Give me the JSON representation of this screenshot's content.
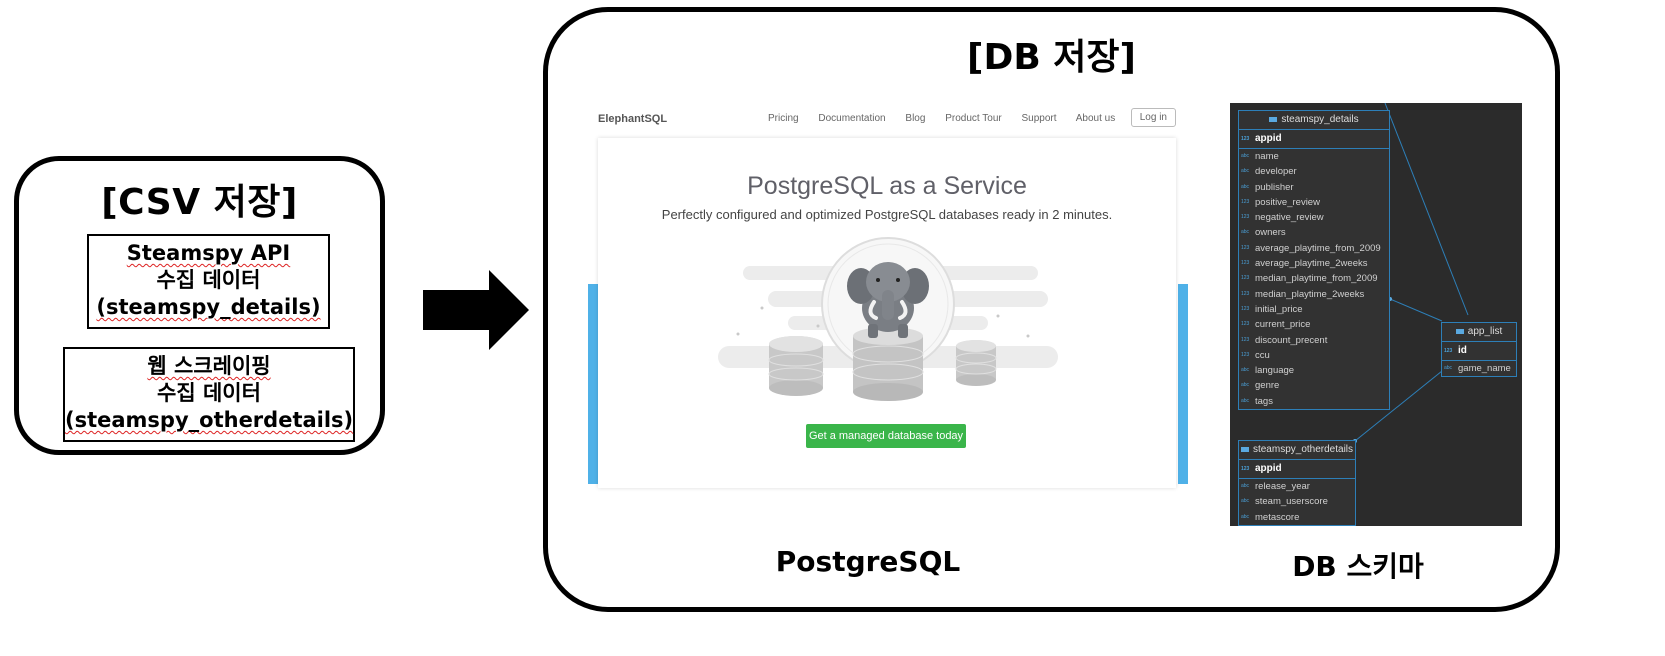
{
  "csv_section": {
    "title": "[CSV 저장]",
    "sources": [
      {
        "lines": [
          "Steamspy API",
          "수집 데이터",
          "(steamspy_details)"
        ]
      },
      {
        "lines": [
          "웹 스크레이핑",
          "수집 데이터",
          "(steamspy_otherdetails)"
        ]
      }
    ]
  },
  "db_section": {
    "title": "[DB 저장]",
    "captions": {
      "postgres": "PostgreSQL",
      "schema": "DB 스키마"
    }
  },
  "elephantsql": {
    "logo": "ElephantSQL",
    "nav": [
      "Pricing",
      "Documentation",
      "Blog",
      "Product Tour",
      "Support",
      "About us"
    ],
    "login": "Log in",
    "headline": "PostgreSQL as a Service",
    "subhead": "Perfectly configured and optimized PostgreSQL databases ready in 2 minutes.",
    "cta": "Get a managed database today",
    "colors": {
      "side_bar": "#4fb1e8",
      "cta": "#3ab54a"
    }
  },
  "schema": {
    "tables": [
      {
        "name": "steamspy_details",
        "pk": "appid",
        "columns": [
          {
            "name": "name",
            "type": "abc"
          },
          {
            "name": "developer",
            "type": "abc"
          },
          {
            "name": "publisher",
            "type": "abc"
          },
          {
            "name": "positive_review",
            "type": "123"
          },
          {
            "name": "negative_review",
            "type": "123"
          },
          {
            "name": "owners",
            "type": "abc"
          },
          {
            "name": "average_playtime_from_2009",
            "type": "123"
          },
          {
            "name": "average_playtime_2weeks",
            "type": "123"
          },
          {
            "name": "median_playtime_from_2009",
            "type": "123"
          },
          {
            "name": "median_playtime_2weeks",
            "type": "123"
          },
          {
            "name": "initial_price",
            "type": "123"
          },
          {
            "name": "current_price",
            "type": "123"
          },
          {
            "name": "discount_precent",
            "type": "123"
          },
          {
            "name": "ccu",
            "type": "123"
          },
          {
            "name": "language",
            "type": "abc"
          },
          {
            "name": "genre",
            "type": "abc"
          },
          {
            "name": "tags",
            "type": "abc"
          }
        ]
      },
      {
        "name": "app_list",
        "pk": "id",
        "columns": [
          {
            "name": "game_name",
            "type": "abc"
          }
        ]
      },
      {
        "name": "steamspy_otherdetails",
        "pk": "appid",
        "columns": [
          {
            "name": "release_year",
            "type": "abc"
          },
          {
            "name": "steam_userscore",
            "type": "abc"
          },
          {
            "name": "metascore",
            "type": "abc"
          }
        ]
      }
    ],
    "colors": {
      "background": "#2b2b2b",
      "border": "#2d7fb8"
    }
  }
}
